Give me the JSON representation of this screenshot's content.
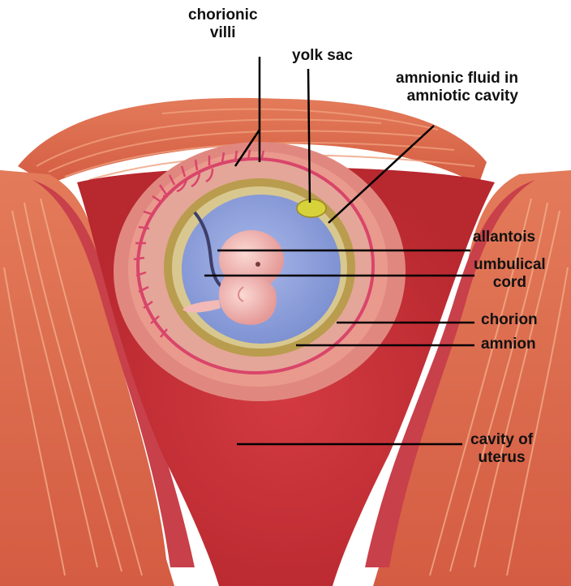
{
  "labels": {
    "chorionic_villi": [
      "chorionic",
      "villi"
    ],
    "yolk_sac": "yolk sac",
    "amnionic_fluid": [
      "amnionic fluid in",
      "amniotic cavity"
    ],
    "allantois": "allantois",
    "umbilical_cord": [
      "umbulical",
      "cord"
    ],
    "chorion": "chorion",
    "amnion": "amnion",
    "cavity_of_uterus": [
      "cavity of",
      "uterus"
    ]
  },
  "colors": {
    "uterine_muscle": "#d9684a",
    "muscle_stripe": "#f0a07e",
    "endometrium": "#c73f46",
    "chorion_ring": "#e8a392",
    "villi": "#d9456a",
    "amnion_ring": "#b99c4d",
    "amniotic_fluid": "#8c9fd8",
    "embryo": "#f2b9b6",
    "yolk_sac": "#d8d23a",
    "leader_line": "#000000"
  }
}
